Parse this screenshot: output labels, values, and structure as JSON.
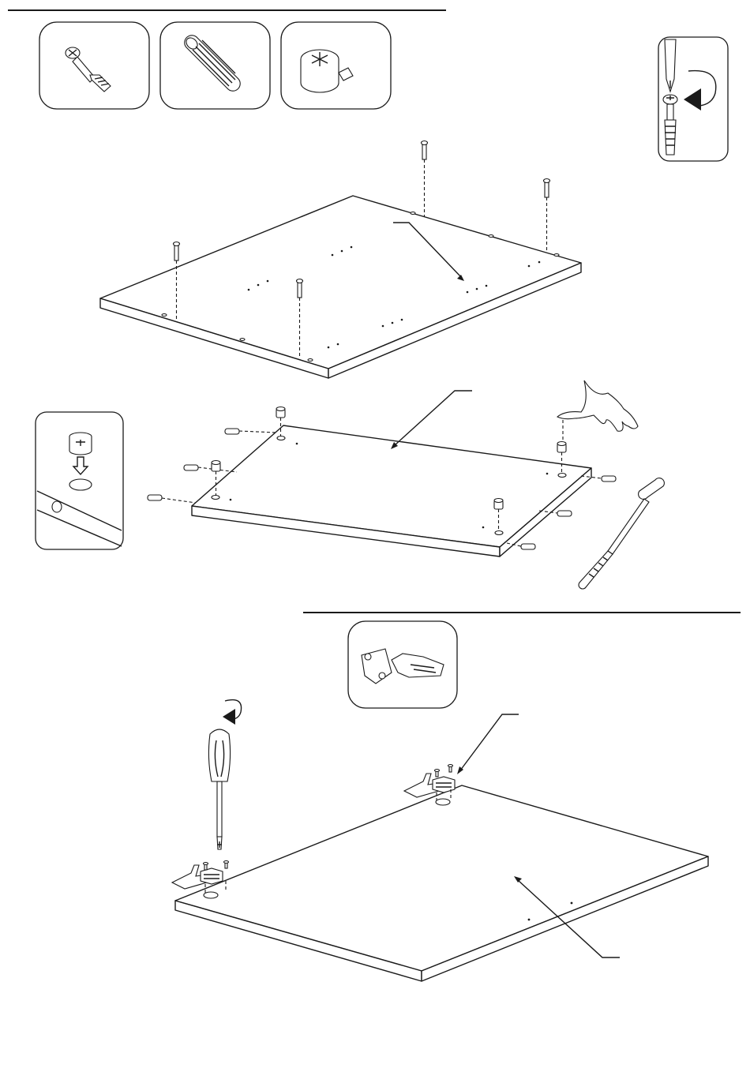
{
  "document": {
    "type": "furniture-assembly-instructions",
    "text_content": []
  },
  "sections": [
    {
      "name": "step-cam-bolts-dowels-cam-locks",
      "parts": [
        "cam-bolt",
        "wooden-dowel",
        "cam-lock"
      ]
    },
    {
      "name": "step-hinges",
      "parts": [
        "cabinet-hinge"
      ]
    }
  ],
  "icons": {
    "screwdriver": "screwdriver-icon",
    "rotation": "rotate-arrow-icon",
    "hand": "hand-icon",
    "hammer": "hammer-icon"
  },
  "colors": {
    "ink": "#1a1a1a",
    "paper": "#ffffff"
  }
}
